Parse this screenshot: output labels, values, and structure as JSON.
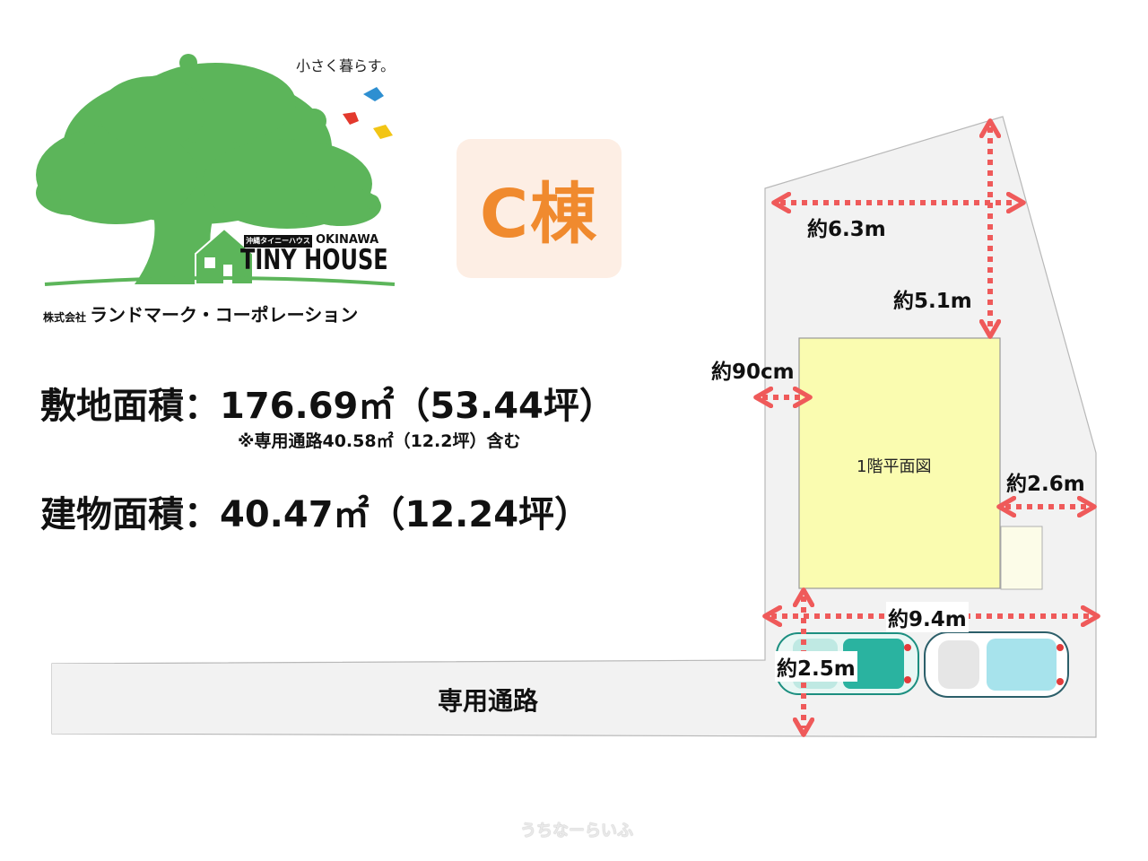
{
  "logo": {
    "tagline": "小さく暮らす。",
    "brand_small": "沖縄タイニーハウス",
    "brand_okinawa": "OKINAWA",
    "brand_main": "TINY HOUSE",
    "company_prefix": "株式会社",
    "company_name": "ランドマーク・コーポレーション"
  },
  "building_badge": "C棟",
  "site_area": "敷地面積：176.69㎡（53.44坪）",
  "site_area_note": "※専用通路40.58㎡（12.2坪）含む",
  "building_area": "建物面積：40.47㎡（12.24坪）",
  "plan": {
    "floor_label": "1階平面図",
    "road_label": "専用通路",
    "dimensions": {
      "top_width": "約6.3m",
      "top_depth": "約5.1m",
      "left_gap": "約90cm",
      "right_gap": "約2.6m",
      "bottom_width": "約9.4m",
      "parking_depth": "約2.5m"
    }
  },
  "watermark": "うちなーらいふ",
  "colors": {
    "tree_green": "#5cb55a",
    "badge_bg": "#fdeee4",
    "badge_text": "#f08a2e",
    "arrow_red": "#ef5a5a",
    "lot_gray": "#f2f2f2",
    "house_yellow": "#fafcb0",
    "car_teal": "#2ab3a0",
    "car_light_blue": "#a7e3ec"
  }
}
